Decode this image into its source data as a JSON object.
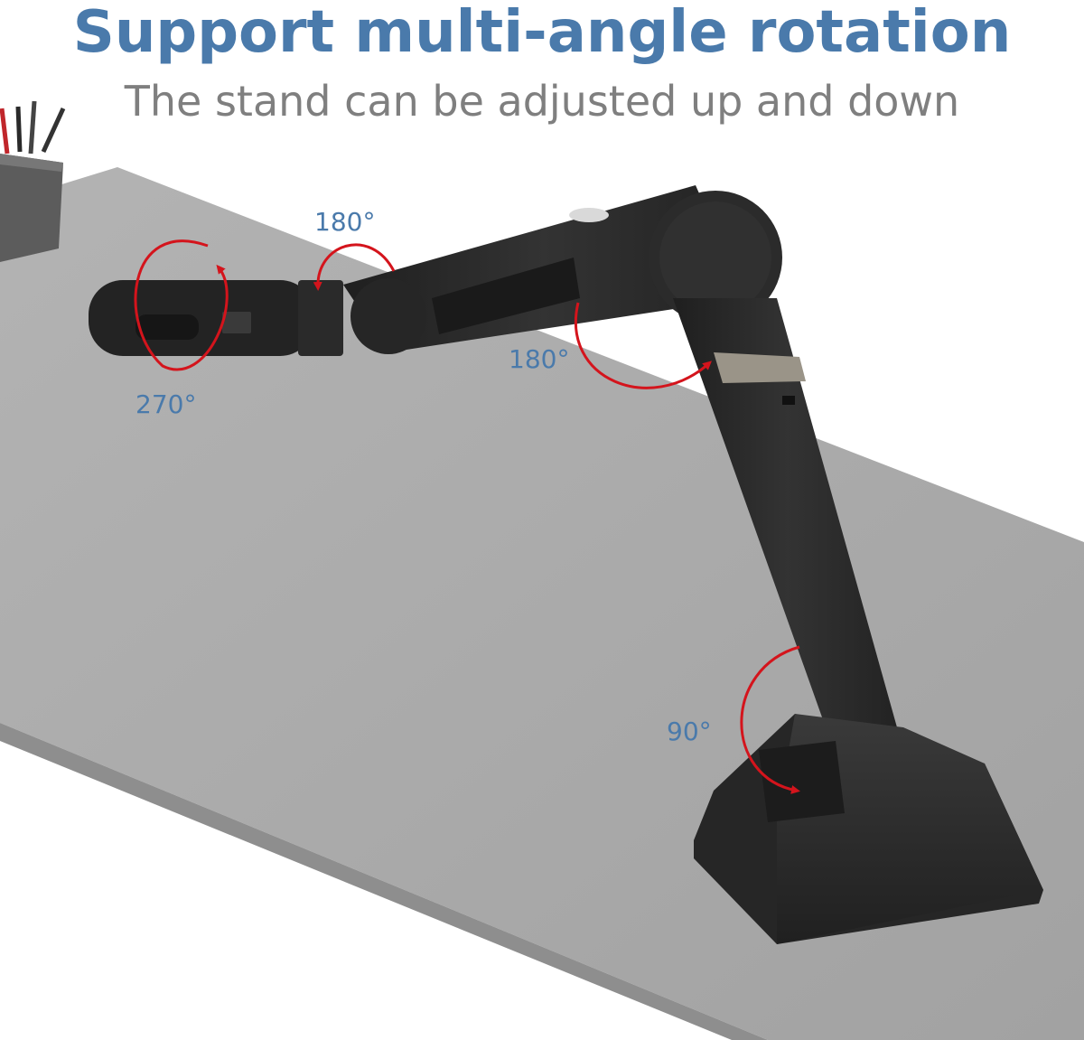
{
  "headline": "Support multi-angle rotation",
  "subline": "The stand can be adjusted up and down",
  "angles": {
    "camera_head": "270°",
    "head_joint": "180°",
    "elbow_joint": "180°",
    "base_joint": "90°"
  },
  "colors": {
    "headline": "#4a7aab",
    "subline": "#7f7f7f",
    "angle_text": "#4a7aab",
    "arrow": "#d4141c",
    "desk": "#a9a9a9",
    "device": "#2b2b2b"
  }
}
